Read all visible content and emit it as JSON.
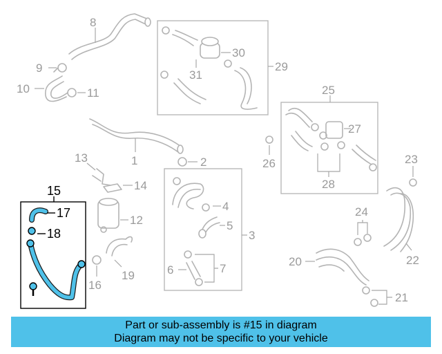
{
  "diagram": {
    "callouts": {
      "c1": "1",
      "c2": "2",
      "c3": "3",
      "c4": "4",
      "c5": "5",
      "c6": "6",
      "c7": "7",
      "c8": "8",
      "c9": "9",
      "c10": "10",
      "c11": "11",
      "c12": "12",
      "c13": "13",
      "c14": "14",
      "c15": "15",
      "c16": "16",
      "c17": "17",
      "c18": "18",
      "c19": "19",
      "c20": "20",
      "c21": "21",
      "c22": "22",
      "c23": "23",
      "c24": "24",
      "c25": "25",
      "c26": "26",
      "c27": "27",
      "c28": "28",
      "c29": "29",
      "c30": "30",
      "c31": "31"
    },
    "highlighted_part": "15",
    "highlight_color": "#4fc1e9"
  },
  "banner": {
    "line1": "Part or sub-assembly is #15 in diagram",
    "line2": "Diagram may not be specific to your vehicle",
    "background": "#4fc1e9"
  }
}
